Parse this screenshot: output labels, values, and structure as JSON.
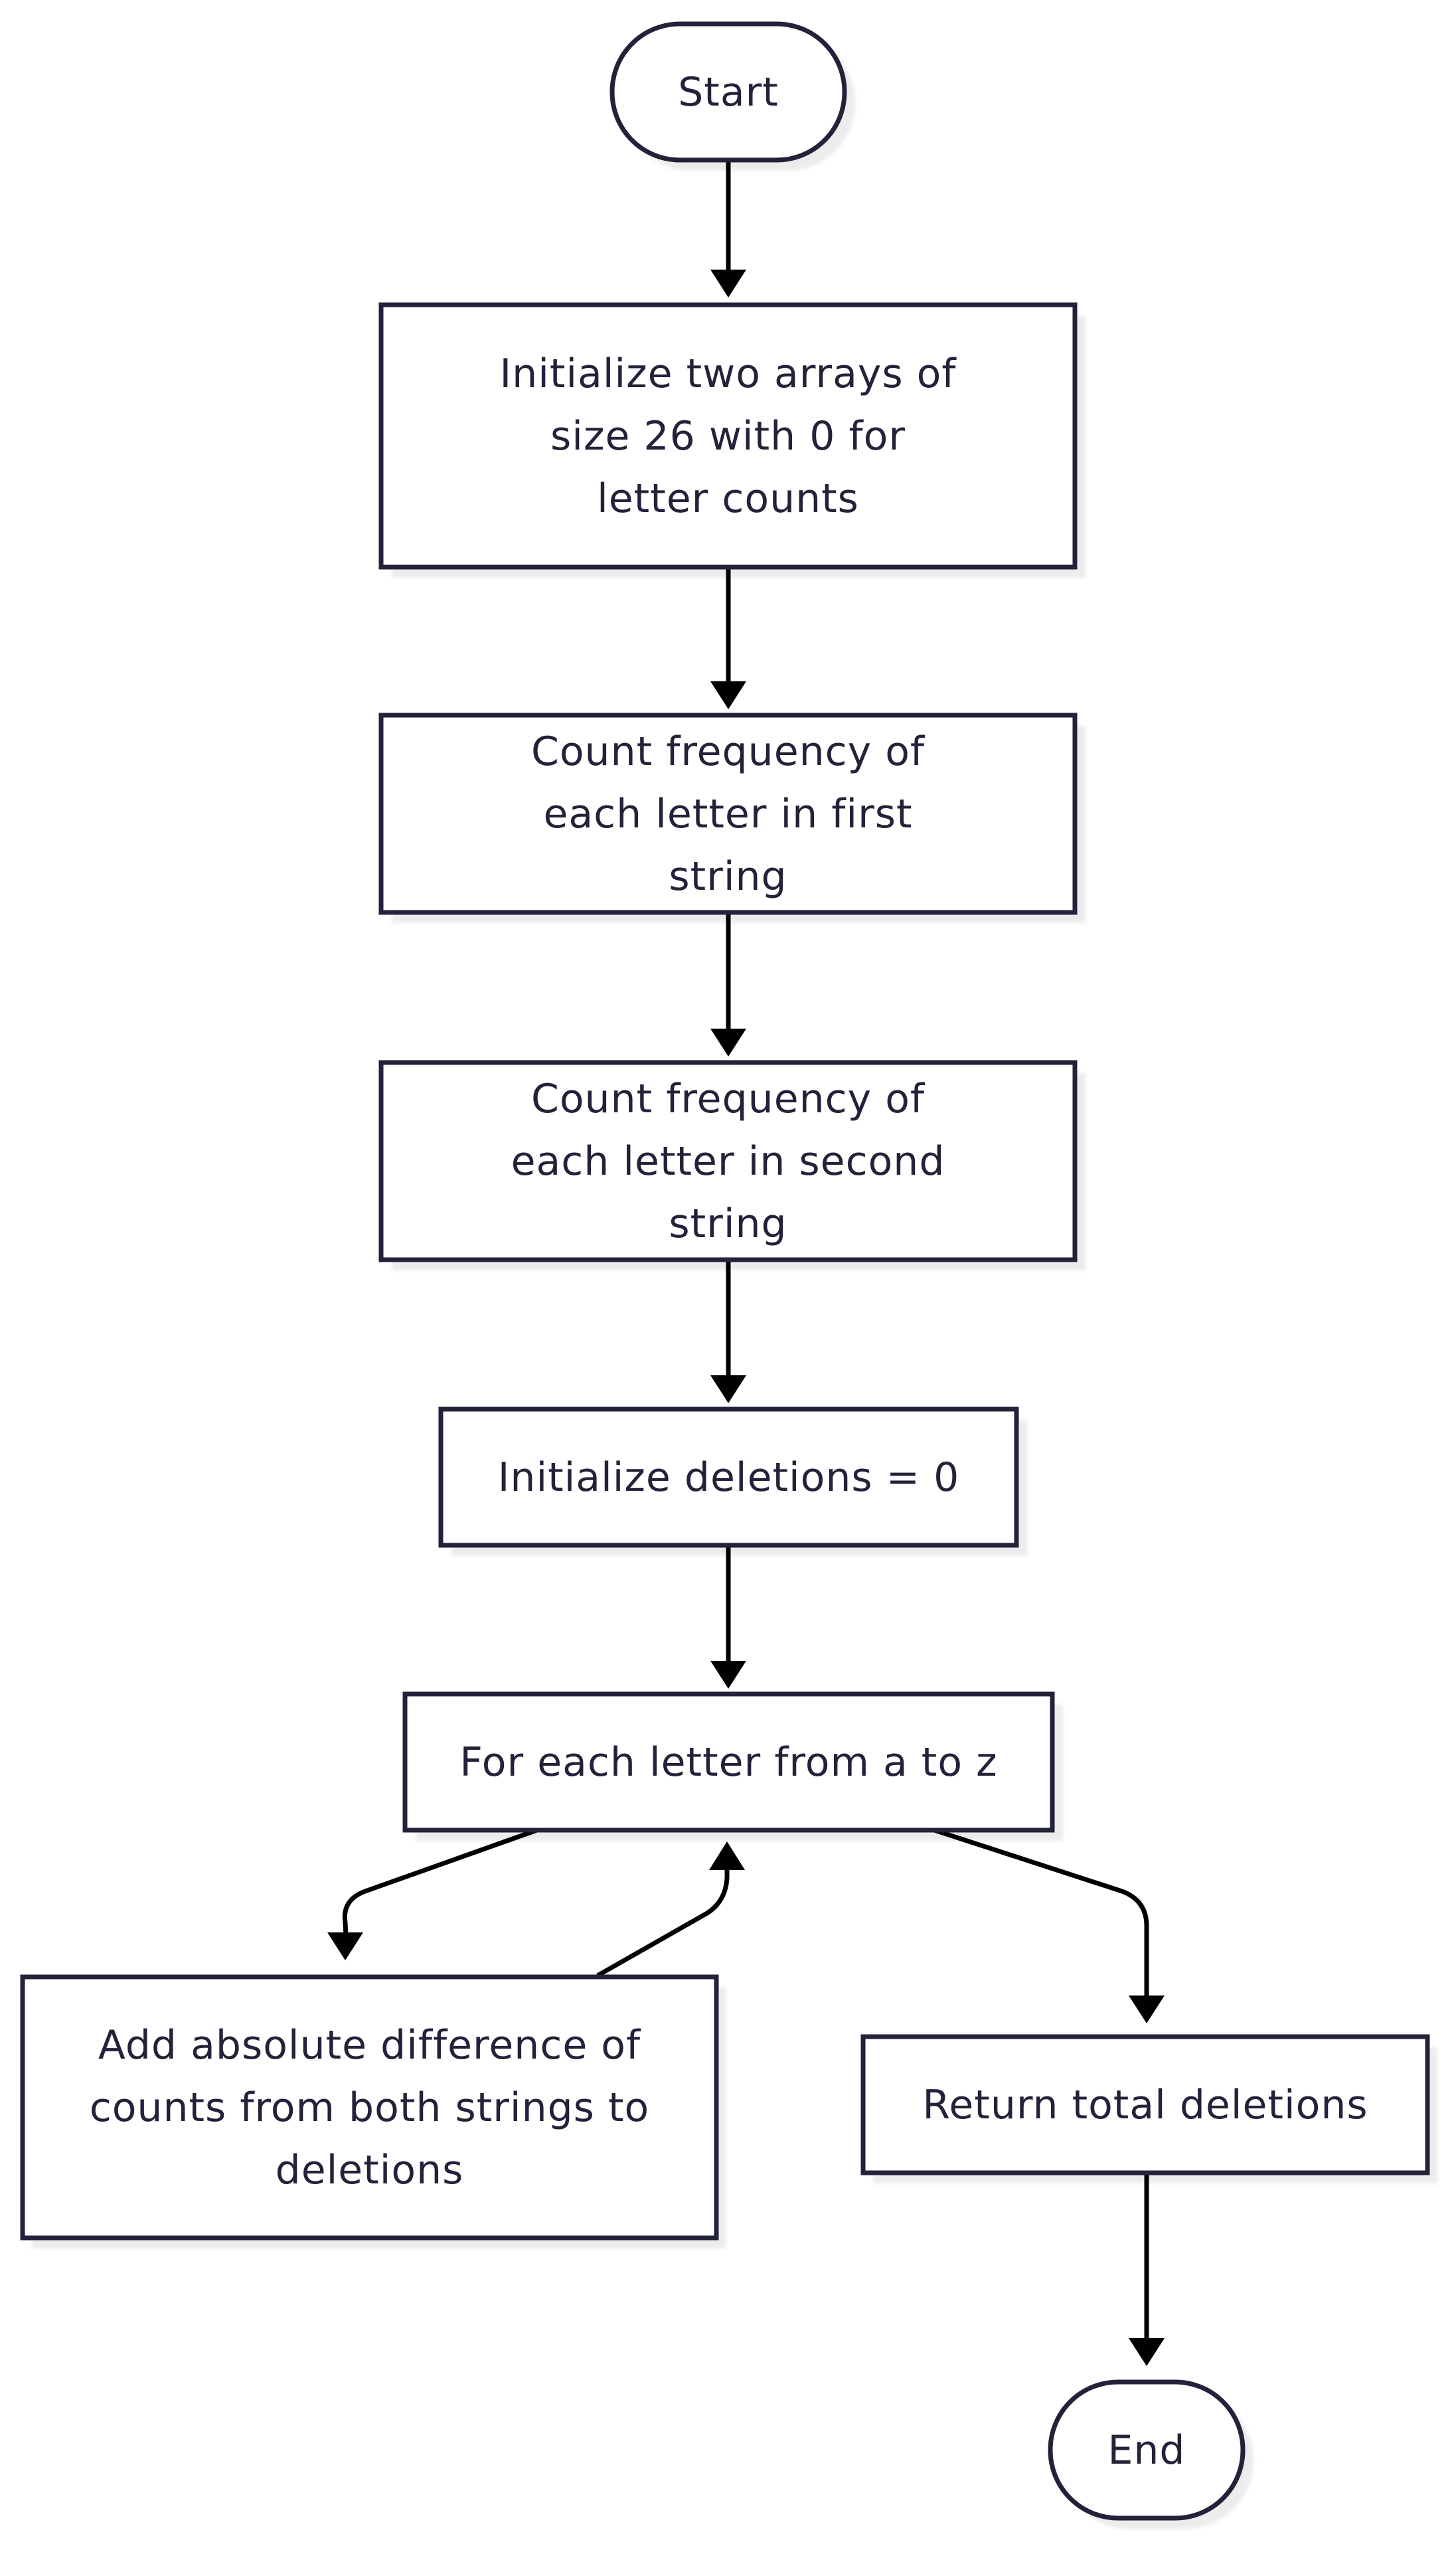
{
  "colors": {
    "node_stroke": "#22223a",
    "node_fill": "#ffffff",
    "text": "#22223a",
    "edge": "#000000",
    "shadow": "#ececec"
  },
  "nodes": {
    "start": "Start",
    "init_arrays": "Initialize two arrays of size 26 with 0 for letter counts",
    "count_first": "Count frequency of each letter in first string",
    "count_second": "Count frequency of each letter in second string",
    "init_deletions": "Initialize deletions = 0",
    "loop": "For each letter from a to z",
    "add_difference": "Add absolute difference of counts from both strings to deletions",
    "return_total": "Return total deletions",
    "end": "End"
  }
}
